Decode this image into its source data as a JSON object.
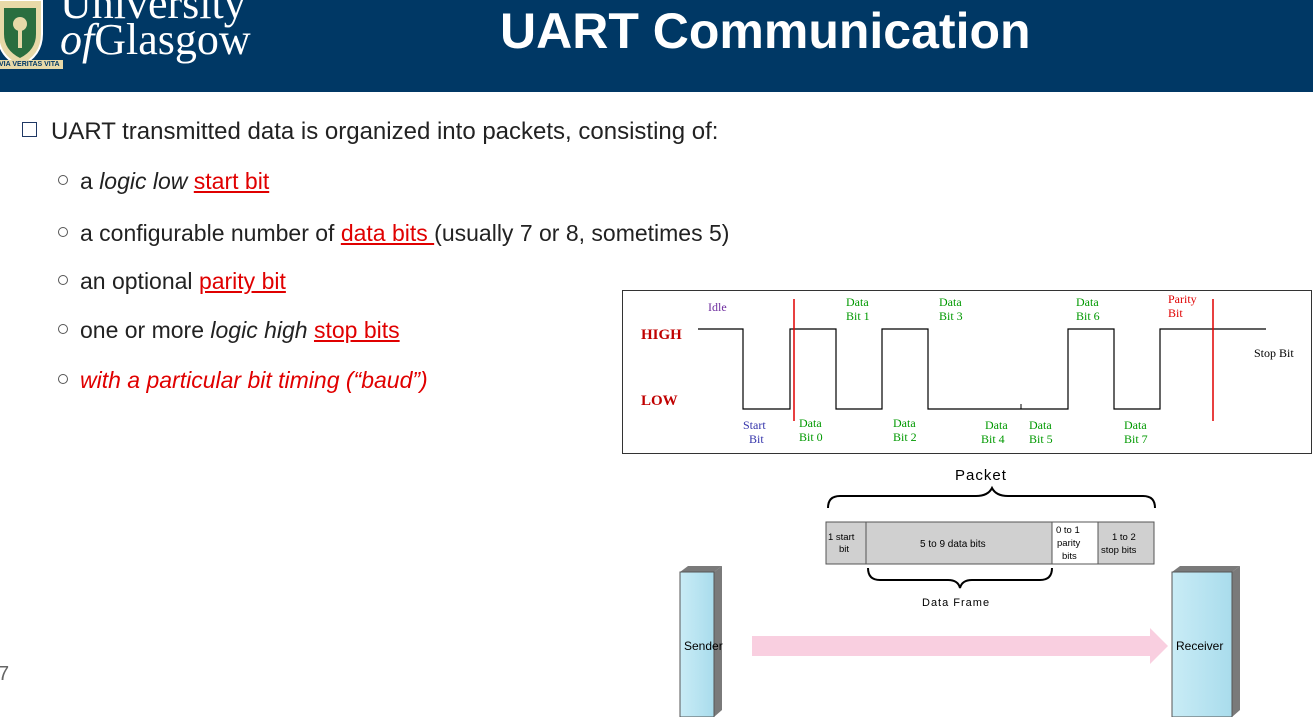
{
  "header": {
    "logo": {
      "line1": "University",
      "line2_of": "of",
      "line2_rest": "Glasgow",
      "motto": "VIA VERITAS VITA"
    },
    "title": "UART Communication"
  },
  "slide": {
    "main_bullet": "UART transmitted data is organized into packets, consisting of:",
    "items": [
      {
        "pre": "a ",
        "italic": "logic low",
        "space": " ",
        "link": "start bit",
        "post": ""
      },
      {
        "pre": "a configurable number of ",
        "link": "data bits ",
        "post": "(usually 7 or 8, sometimes 5)"
      },
      {
        "pre": "an optional ",
        "link": "parity bit"
      },
      {
        "pre": "one or more ",
        "italic": "logic high",
        "space": " ",
        "link": "stop bits"
      },
      {
        "red_italic": "with a particular bit timing (“baud”)"
      }
    ],
    "page_number": "7"
  },
  "timing_diagram": {
    "high": "HIGH",
    "low": "LOW",
    "idle": "Idle",
    "start": "Start",
    "bit": "Bit",
    "data": "Data",
    "bit0": "Bit 0",
    "bit1": "Bit 1",
    "bit2": "Bit 2",
    "bit3": "Bit 3",
    "bit4": "Bit 4",
    "bit5": "Bit 5",
    "bit6": "Bit 6",
    "bit7": "Bit 7",
    "parity": "Parity",
    "stop_bit": "Stop Bit",
    "colors": {
      "label": "#7030a0",
      "start": "#3333aa",
      "data": "#009900",
      "marker": "#e00000"
    }
  },
  "packet_diagram": {
    "packet": "Packet",
    "start_cell": [
      "1 start",
      "bit"
    ],
    "data_cell": "5 to 9 data bits",
    "parity_cell": [
      "0 to 1",
      "parity",
      "bits"
    ],
    "stop_cell": [
      "1 to 2",
      "stop bits"
    ],
    "data_frame": "Data Frame",
    "sender": "Sender",
    "receiver": "Receiver"
  }
}
